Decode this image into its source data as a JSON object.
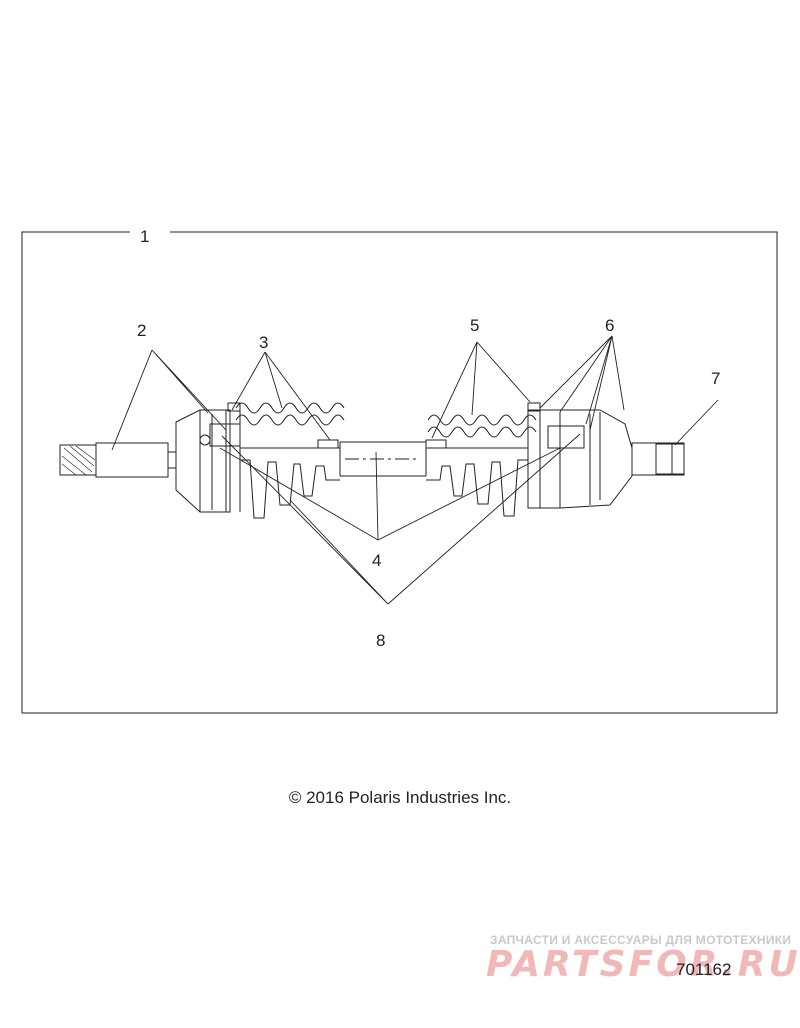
{
  "callouts": {
    "c1": "1",
    "c2": "2",
    "c3": "3",
    "c4": "4",
    "c5": "5",
    "c6": "6",
    "c7": "7",
    "c8": "8"
  },
  "copyright": "© 2016 Polaris Industries Inc.",
  "watermark": {
    "subtitle": "ЗАПЧАСТИ И АКСЕССУАРЫ ДЛЯ МОТОТЕХНИКИ",
    "logo": "PARTSFOR.RU"
  },
  "document_number": "701162",
  "colors": {
    "line": "#222222",
    "watermark_logo": "#f2b8b8",
    "watermark_text": "#c9c9c9"
  }
}
